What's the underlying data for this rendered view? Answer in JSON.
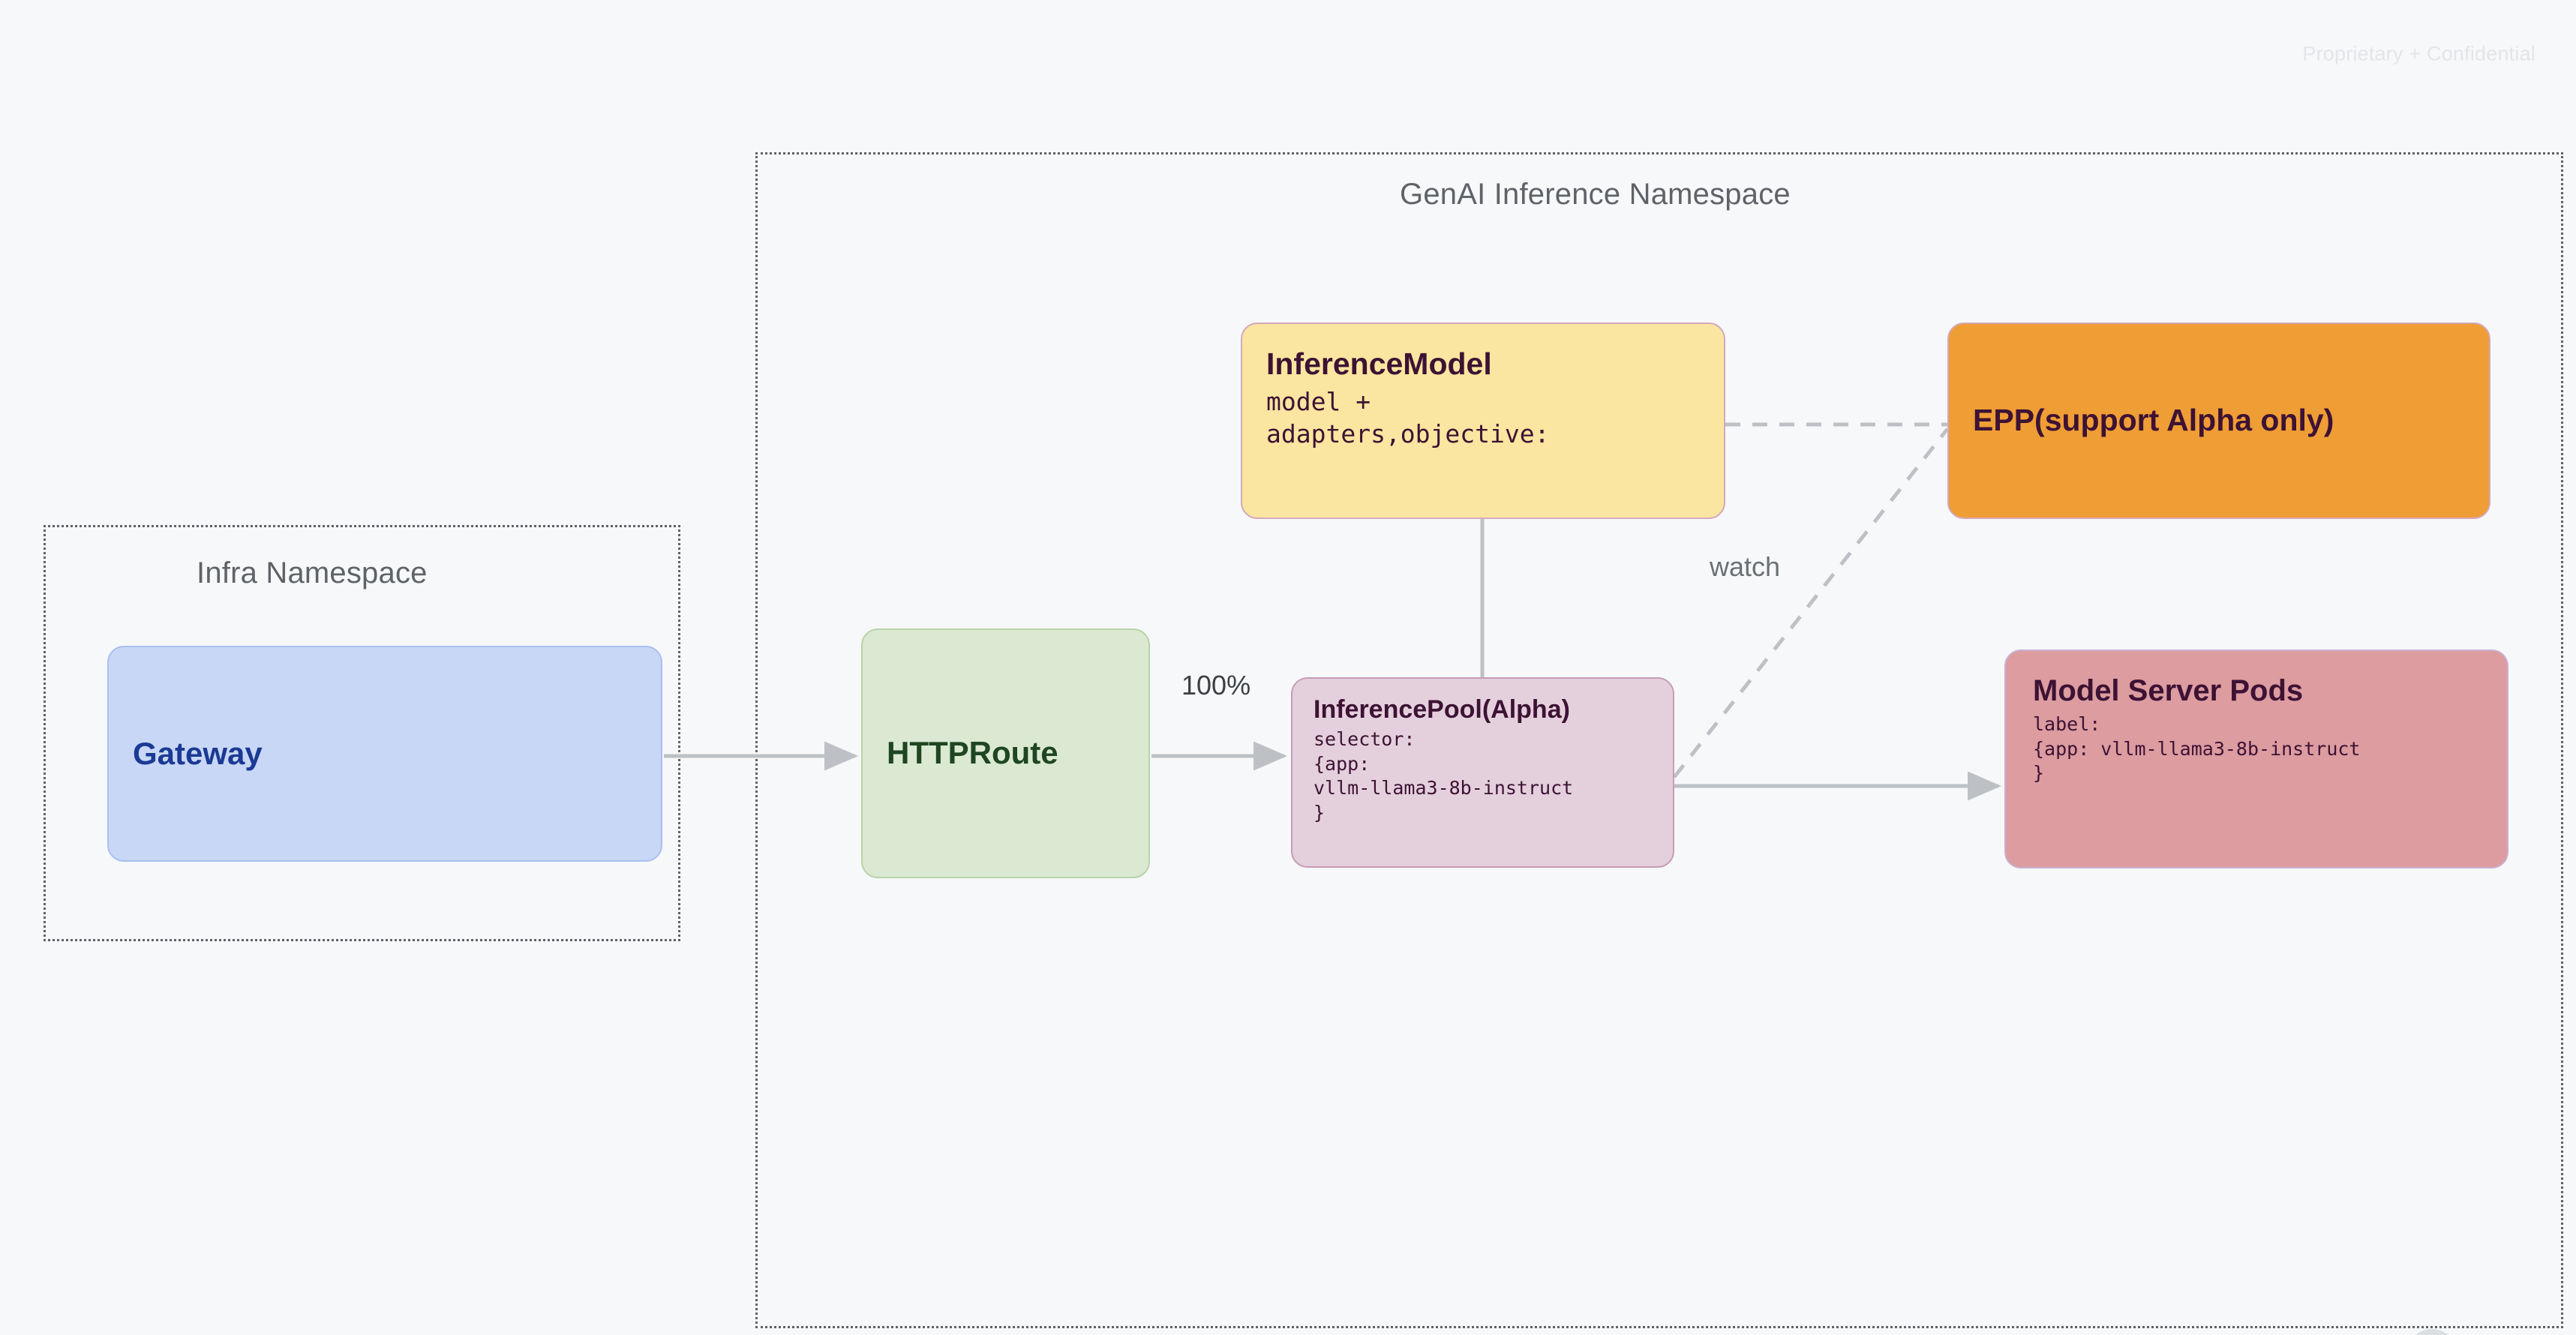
{
  "page": {
    "watermark": "Proprietary + Confidential",
    "background_color": "#f7f8fa"
  },
  "namespaces": [
    {
      "id": "infra",
      "title": "Infra Namespace",
      "border_style": "dotted",
      "border_color": "#5f6368"
    },
    {
      "id": "genai",
      "title": "GenAI Inference Namespace",
      "border_style": "dotted",
      "border_color": "#5f6368"
    }
  ],
  "nodes": {
    "gateway": {
      "title": "Gateway",
      "fill": "#c8d7f5",
      "text_color": "#1a3a94"
    },
    "httproute": {
      "title": "HTTPRoute",
      "fill": "#dbe8d2",
      "text_color": "#1e4620"
    },
    "inference_model": {
      "title": "InferenceModel",
      "body": "model +\nadapters,objective:",
      "fill": "#fae6a0",
      "text_color": "#3d1234"
    },
    "inference_pool": {
      "title": "InferencePool(Alpha)",
      "body": "selector:\n{app:\nvllm-llama3-8b-instruct\n}",
      "fill": "#e4d0dc",
      "text_color": "#3d1234"
    },
    "epp": {
      "title": "EPP(support Alpha only)",
      "fill": "#ef9d35",
      "text_color": "#3d1234"
    },
    "model_server_pods": {
      "title": "Model Server Pods",
      "body": "label:\n{app: vllm-llama3-8b-instruct\n}",
      "fill": "#dc9ca0",
      "text_color": "#3d1234"
    }
  },
  "edges": [
    {
      "id": "gateway-to-httproute",
      "from": "gateway",
      "to": "httproute",
      "label": "",
      "style": "solid",
      "arrow": true
    },
    {
      "id": "httproute-to-inferencepool",
      "from": "httproute",
      "to": "inference_pool",
      "label": "100%",
      "style": "solid",
      "arrow": true
    },
    {
      "id": "inferencemodel-to-inferencepool",
      "from": "inference_model",
      "to": "inference_pool",
      "label": "",
      "style": "solid",
      "arrow": false
    },
    {
      "id": "inferencemodel-to-epp",
      "from": "inference_model",
      "to": "epp",
      "label": "",
      "style": "dashed",
      "arrow": false
    },
    {
      "id": "inferencepool-to-epp",
      "from": "inference_pool",
      "to": "epp",
      "label": "watch",
      "style": "dashed",
      "arrow": false
    },
    {
      "id": "inferencepool-to-pods",
      "from": "inference_pool",
      "to": "model_server_pods",
      "label": "",
      "style": "solid",
      "arrow": true
    }
  ],
  "edge_labels": {
    "percent": "100%",
    "watch": "watch"
  },
  "colors": {
    "edge": "#bdc1c6",
    "namespace_border": "#5f6368",
    "label_text": "#3c4043"
  }
}
